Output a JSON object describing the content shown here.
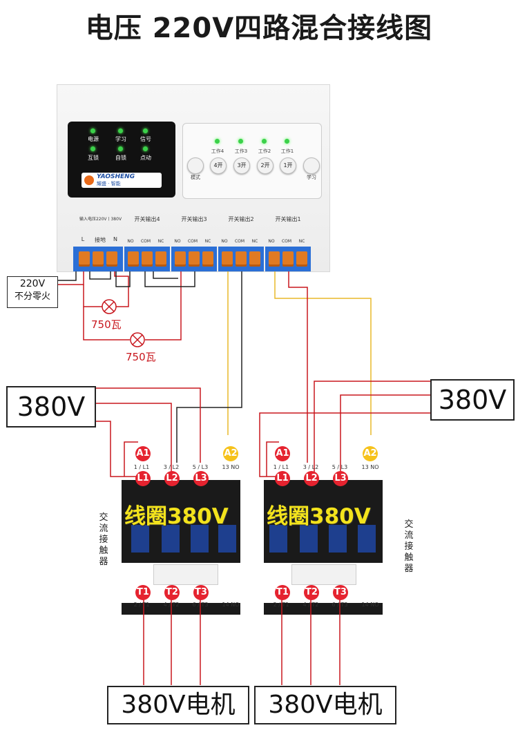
{
  "title": "电压 220V四路混合接线图",
  "controller": {
    "leds": [
      "电源",
      "学习",
      "信号",
      "互锁",
      "自锁",
      "点动"
    ],
    "logo": "YAOSHENG",
    "logo_sub": "耀盛 · 智能",
    "work_labels": [
      "工作4",
      "工作3",
      "工作2",
      "工作1"
    ],
    "buttons": [
      "4开",
      "3开",
      "2开",
      "1开"
    ],
    "mode_label": "模式",
    "learn_label": "学习",
    "input_label": "输入电压220V丨380V",
    "input_terms": [
      "L",
      "接地",
      "N"
    ],
    "outputs": [
      "开关输出4",
      "开关输出3",
      "开关输出2",
      "开关输出1"
    ],
    "out_terms": [
      "NO",
      "COM",
      "NC"
    ]
  },
  "supply": {
    "line1": "220V",
    "line2": "不分零火"
  },
  "lamps": [
    "750瓦",
    "750瓦"
  ],
  "voltage_boxes": [
    "380V",
    "380V"
  ],
  "contactors": {
    "top_terms": [
      "A1",
      "A2"
    ],
    "top_labels": [
      "1 / L1",
      "3 / L2",
      "5 / L3",
      "13 NO"
    ],
    "line_terms": [
      "L1",
      "L2",
      "L3"
    ],
    "coil": "线圈380V",
    "side_label": "交流接触器",
    "load_terms": [
      "T1",
      "T2",
      "T3"
    ],
    "bottom_labels": [
      "2 / T1",
      "4 / T2",
      "6 / T3",
      "14 NO"
    ]
  },
  "motors": [
    "380V电机",
    "380V电机"
  ],
  "colors": {
    "wire_red": "#c8161d",
    "wire_yellow": "#e8b829",
    "wire_black": "#222222",
    "terminal_blue": "#2b6fd6"
  }
}
